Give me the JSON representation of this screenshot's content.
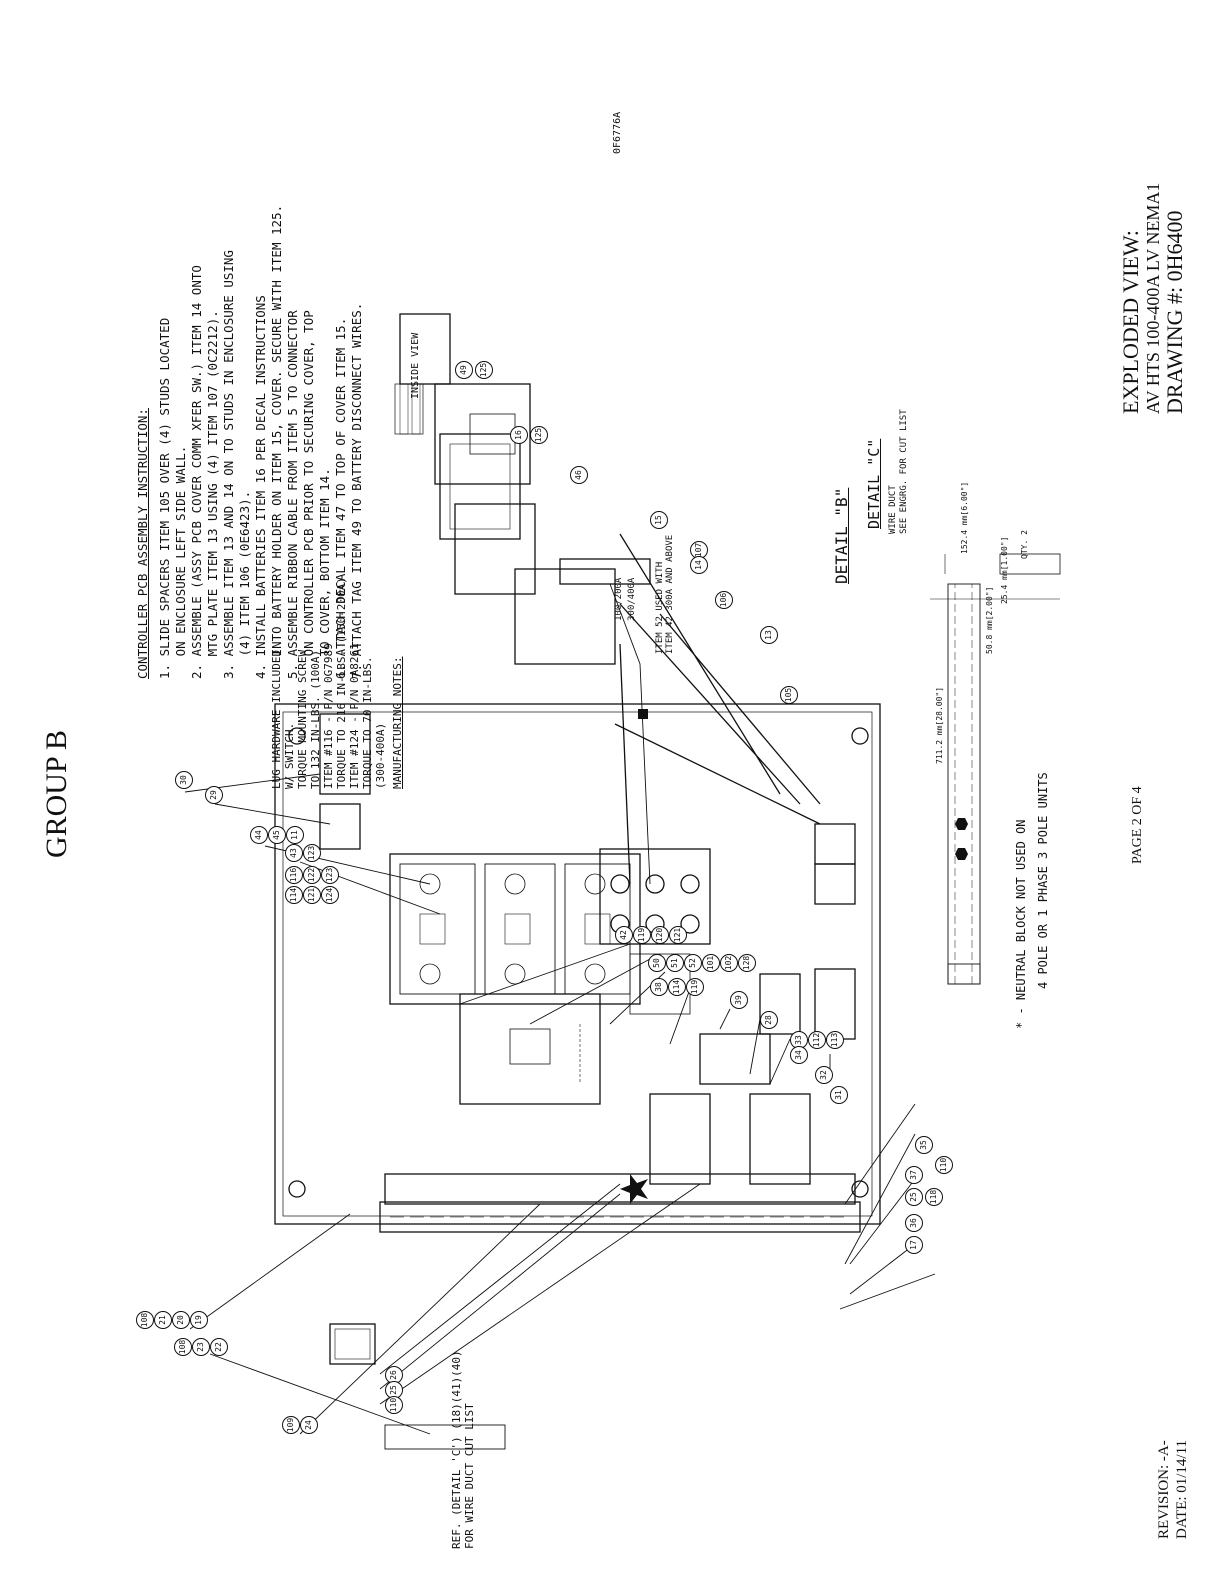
{
  "title": "GROUP B",
  "assembly": {
    "heading": "CONTROLLER PCB ASSEMBLY INSTRUCTION:",
    "steps": [
      "1. SLIDE SPACERS ITEM 105 OVER (4) STUDS LOCATED\n   ON ENCLOSURE LEFT SIDE WALL.",
      "2. ASSEMBLE (ASSY PCB COVER COMM XFER SW.) ITEM 14 ONTO\n   MTG PLATE ITEM 13 USING (4) ITEM 107 (0C2212).",
      "3. ASSEMBLE ITEM 13 AND 14 ON TO STUDS IN ENCLOSURE USING\n   (4) ITEM 106 (0E6423).",
      "4. INSTALL BATTERIES ITEM 16 PER DECAL INSTRUCTIONS\n   INTO BATTERY HOLDER ON ITEM 15, COVER. SECURE WITH ITEM 125.",
      "5. ASSEMBLE RIBBON CABLE FROM ITEM 5 TO CONNECTOR\n   ON CONTROLLER PCB PRIOR TO SECURING COVER, TOP\n   TO COVER, BOTTOM ITEM 14.",
      "6. ATTACH DECAL ITEM 47 TO TOP OF COVER ITEM 15.",
      "7. ATTACH TAG ITEM 49 TO BATTERY DISCONNECT WIRES."
    ]
  },
  "manufacturing": {
    "lug_hardware": "LUG HARDWARE INCLUDED",
    "with_switch": "W/ SWITCH.",
    "torque_mount": "TORQUE MOUNTING SCREW",
    "torque_mount_val": "TO 132 IN-LBS. (100A)",
    "item116": "ITEM #116 - P/N 0G7989",
    "item116_torque": "TORQUE TO 216 IN-LBS. (150-200A)",
    "item124": "ITEM #124 - P/N 0A8261",
    "item124_torque": "TORQUE TO 70 IN-LBS.",
    "item124_range": "(300-400A)",
    "heading": "MANUFACTURING NOTES:"
  },
  "item42_note": [
    "ITEM 52 USED WITH",
    "ITEM 42 300A AND ABOVE"
  ],
  "ratings": [
    "100/200A",
    "300/400A"
  ],
  "neutral_note": [
    "* -   NEUTRAL BLOCK NOT USED ON",
    "4 POLE OR 1 PHASE 3 POLE UNITS"
  ],
  "page": "PAGE 2 OF 4",
  "revision": "REVISION: -A-",
  "date": "DATE: 01/14/11",
  "exploded_view": {
    "line1": "EXPLODED VIEW:",
    "line2": "AV HTS 100-400A LV NEMA1",
    "line3": "DRAWING #: 0H6400"
  },
  "ref_note": [
    "REF. (DETAIL 'C') (18)(41)(40)",
    "FOR WIRE DUCT CUT LIST"
  ],
  "inside_view": "INSIDE VIEW",
  "part_no": "0F6776A",
  "detail_b": "DETAIL \"B\"",
  "detail_c": "DETAIL \"C\"",
  "wire_duct": [
    "WIRE DUCT",
    "SEE ENGRG. FOR CUT LIST"
  ],
  "dims": {
    "d1": "152.4 mm[6.00\"]",
    "d2": "25.4 mm[1.00\"]",
    "qty": "QTY. 2",
    "d3": "711.2 mm[28.00\"]",
    "d4": "50.8 mm[2.00\"]"
  },
  "balloons": [
    {
      "t": "30"
    },
    {
      "t": "29"
    },
    {
      "t": "44"
    },
    {
      "t": "45"
    },
    {
      "t": "11"
    },
    {
      "t": "43"
    },
    {
      "t": "123"
    },
    {
      "t": "116"
    },
    {
      "t": "122"
    },
    {
      "t": "123"
    },
    {
      "t": "114"
    },
    {
      "t": "121"
    },
    {
      "t": "124"
    },
    {
      "t": "42"
    },
    {
      "t": "119"
    },
    {
      "t": "120"
    },
    {
      "t": "121"
    },
    {
      "t": "50"
    },
    {
      "t": "51"
    },
    {
      "t": "52"
    },
    {
      "t": "101"
    },
    {
      "t": "102"
    },
    {
      "t": "128"
    },
    {
      "t": "38"
    },
    {
      "t": "114"
    },
    {
      "t": "119"
    },
    {
      "t": "39"
    },
    {
      "t": "28"
    },
    {
      "t": "33"
    },
    {
      "t": "112"
    },
    {
      "t": "113"
    },
    {
      "t": "34"
    },
    {
      "t": "32"
    },
    {
      "t": "31"
    },
    {
      "t": "35"
    },
    {
      "t": "110"
    },
    {
      "t": "37"
    },
    {
      "t": "25"
    },
    {
      "t": "118"
    },
    {
      "t": "36"
    },
    {
      "t": "17"
    },
    {
      "t": "19"
    },
    {
      "t": "20"
    },
    {
      "t": "21"
    },
    {
      "t": "108"
    },
    {
      "t": "22"
    },
    {
      "t": "23"
    },
    {
      "t": "108"
    },
    {
      "t": "26"
    },
    {
      "t": "25"
    },
    {
      "t": "110"
    },
    {
      "t": "24"
    },
    {
      "t": "109"
    },
    {
      "t": "49"
    },
    {
      "t": "125"
    },
    {
      "t": "16"
    },
    {
      "t": "125"
    },
    {
      "t": "46"
    },
    {
      "t": "15"
    },
    {
      "t": "107"
    },
    {
      "t": "14"
    },
    {
      "t": "106"
    },
    {
      "t": "13"
    },
    {
      "t": "105"
    }
  ]
}
